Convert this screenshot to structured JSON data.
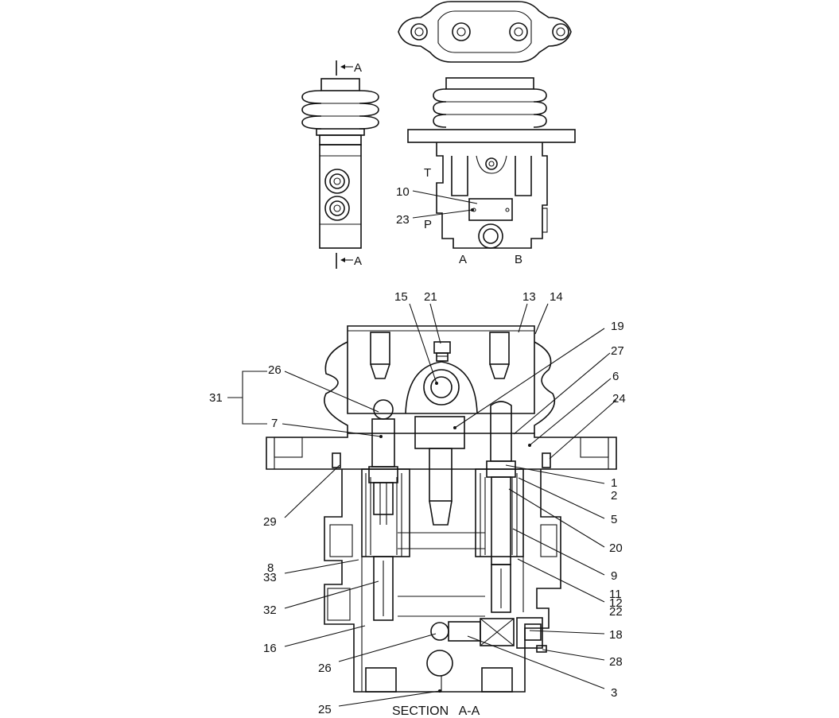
{
  "section_marker": "A",
  "port_labels": {
    "T": "T",
    "P": "P",
    "A": "A",
    "B": "B"
  },
  "caption": "SECTION   A-A",
  "callouts": {
    "c10": "10",
    "c23a": "23",
    "c15": "15",
    "c21": "21",
    "c13": "13",
    "c14": "14",
    "c19": "19",
    "c27": "27",
    "c6": "6",
    "c24": "24",
    "c26a": "26",
    "c31": "31",
    "c7": "7",
    "c1": "1",
    "c2": "2",
    "c29": "29",
    "c5": "5",
    "c20": "20",
    "c8": "8",
    "c33": "33",
    "c9": "9",
    "c11": "11",
    "c12": "12",
    "c22": "22",
    "c32": "32",
    "c16": "16",
    "c18": "18",
    "c28": "28",
    "c26b": "26",
    "c3": "3",
    "c25": "25"
  }
}
